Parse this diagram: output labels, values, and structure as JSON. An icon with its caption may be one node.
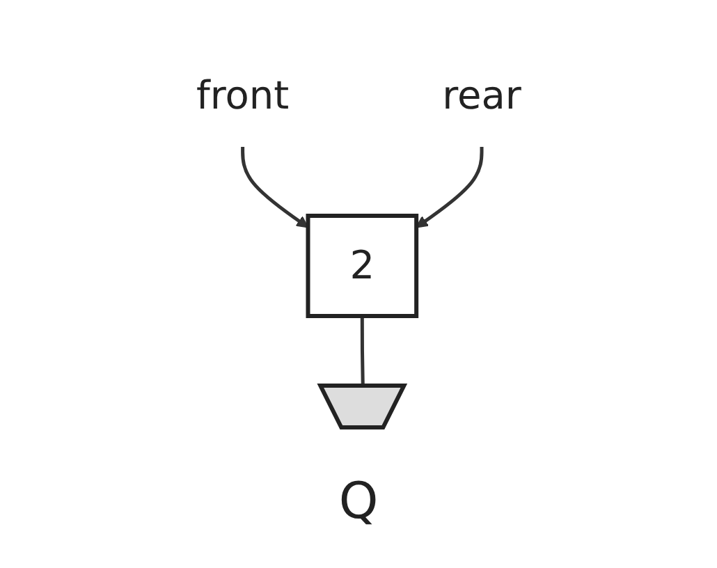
{
  "diagram": {
    "nodes": [
      {
        "text": [
          "front"
        ]
      },
      {
        "text": [
          "rear"
        ]
      },
      {
        "text": [
          "2"
        ]
      },
      {
        "text": [],
        "shape": "ground"
      }
    ],
    "edges": [
      {
        "from": 0,
        "to": 2,
        "arrow": "to"
      },
      {
        "from": 1,
        "to": 2,
        "arrow": "to"
      },
      {
        "from": 2,
        "to": 3,
        "arrow": "none"
      }
    ],
    "labels": [
      "Q"
    ]
  }
}
